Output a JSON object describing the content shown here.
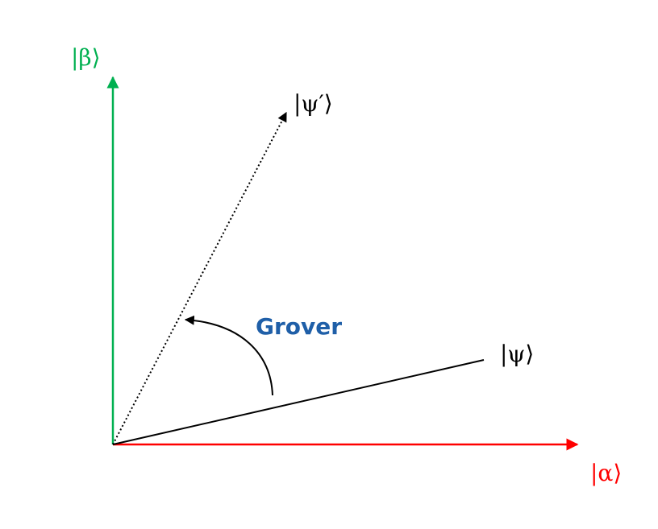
{
  "labels": {
    "beta": "|β⟩",
    "alpha": "|α⟩",
    "psi": "|ψ⟩",
    "psi_prime": "|ψ′⟩",
    "grover": "Grover"
  },
  "colors": {
    "beta_axis": "#00B050",
    "alpha_axis": "#FF0000",
    "vectors": "#000000",
    "grover_text": "#1F5FA8"
  }
}
